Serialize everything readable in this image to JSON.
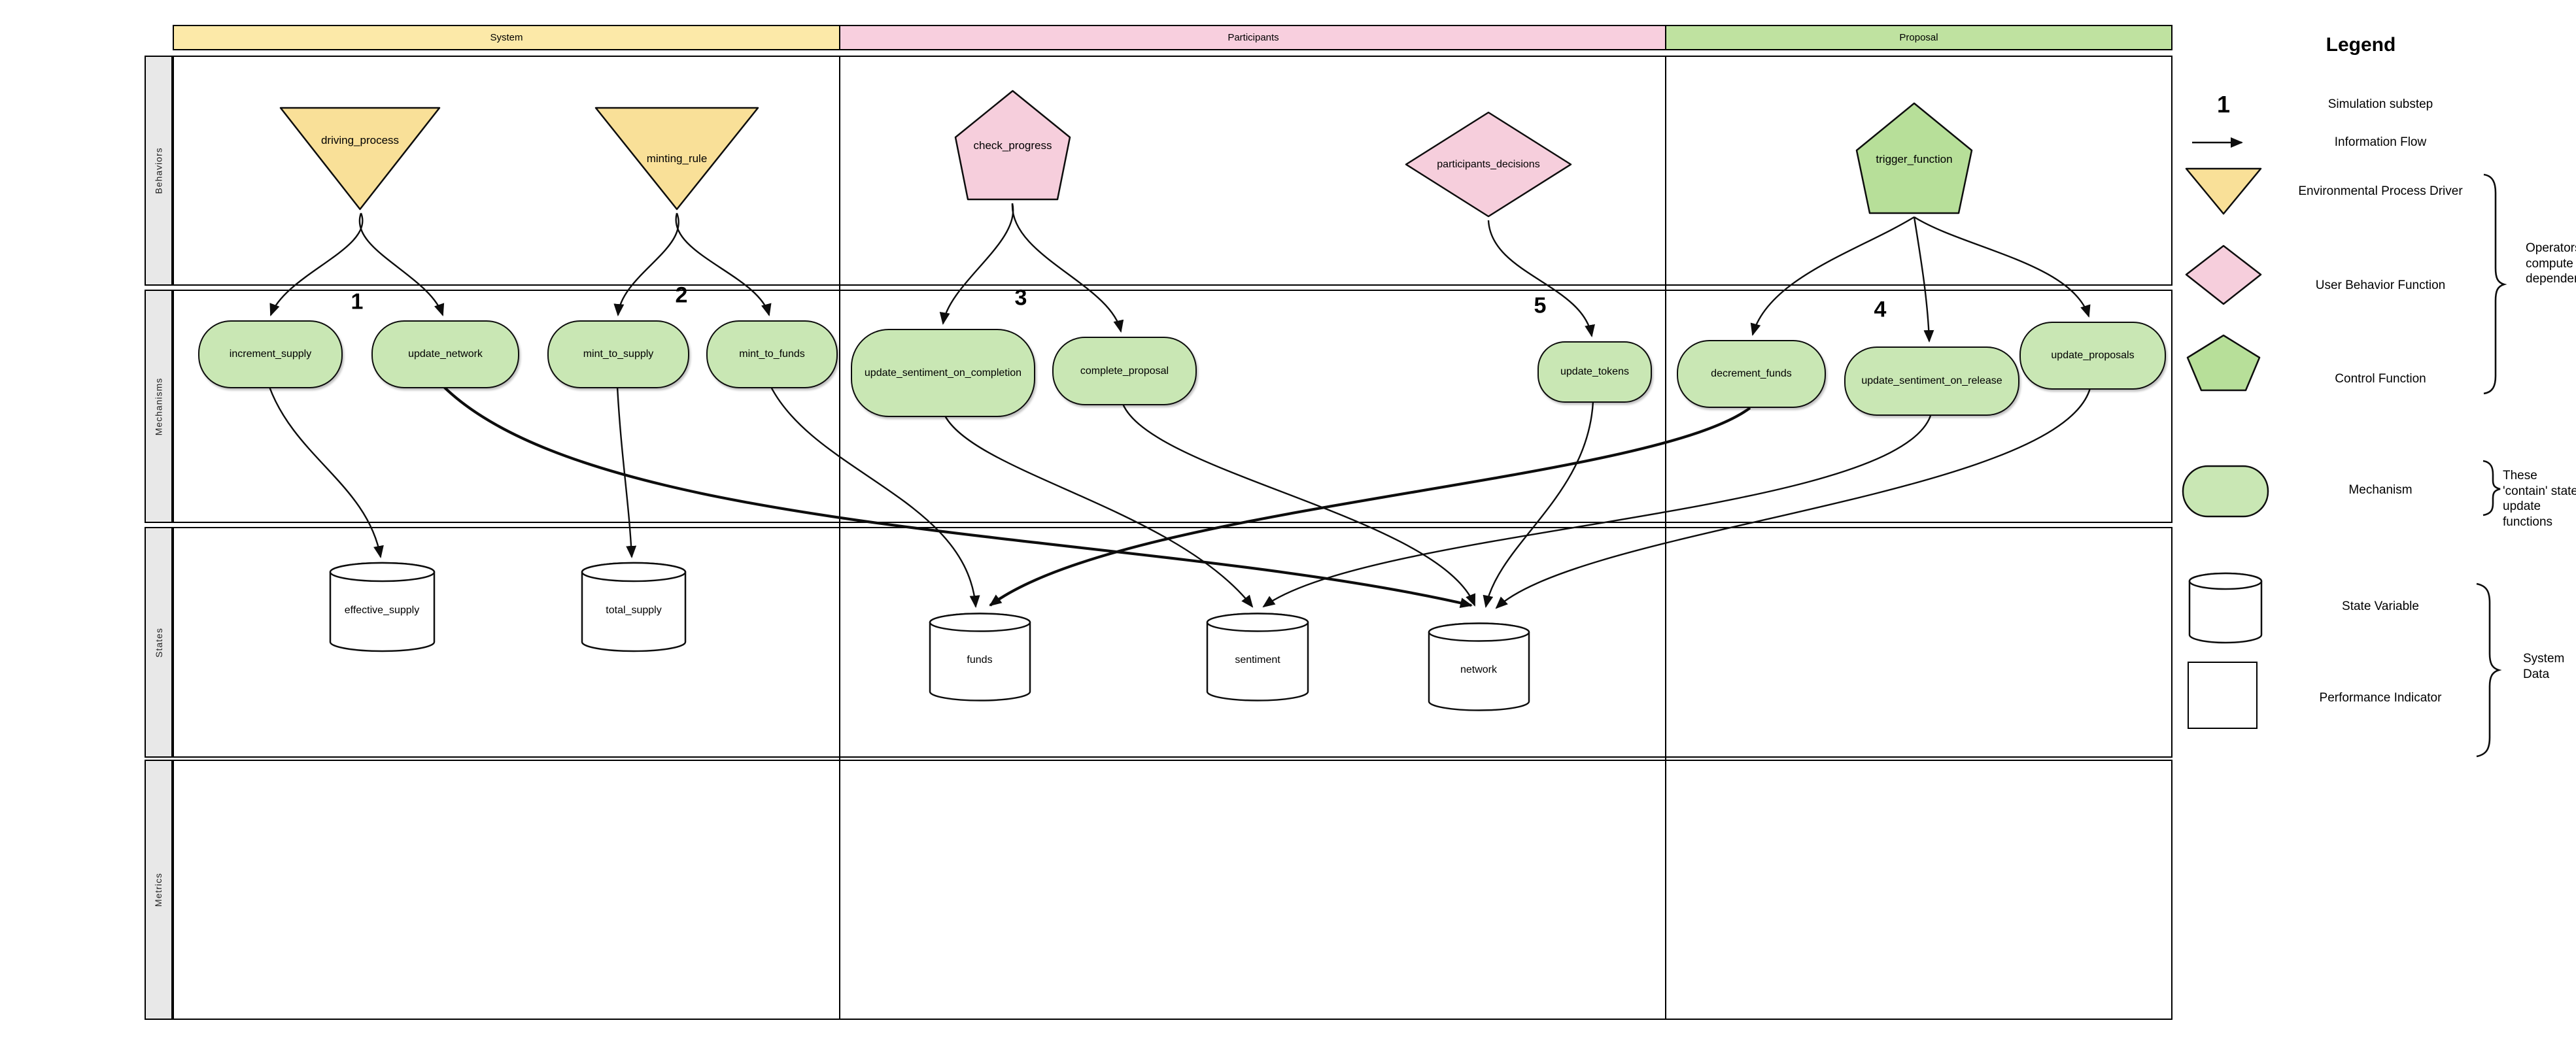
{
  "diagram": {
    "columns": [
      {
        "label": "System"
      },
      {
        "label": "Participants"
      },
      {
        "label": "Proposal"
      }
    ],
    "rows": [
      {
        "label": "Behaviors"
      },
      {
        "label": "Mechanisms"
      },
      {
        "label": "States"
      },
      {
        "label": "Metrics"
      }
    ],
    "substeps": [
      "1",
      "2",
      "3",
      "4",
      "5"
    ],
    "nodes": {
      "driving_process": {
        "label": "driving_process",
        "shape": "triangle",
        "fill": "#F9E098"
      },
      "minting_rule": {
        "label": "minting_rule",
        "shape": "triangle",
        "fill": "#F9E098"
      },
      "check_progress": {
        "label": "check_progress",
        "shape": "pentagon",
        "fill": "#F6CEDC"
      },
      "participants_decisions": {
        "label": "participants_decisions",
        "shape": "diamond",
        "fill": "#F6CEDC"
      },
      "trigger_function": {
        "label": "trigger_function",
        "shape": "pentagon",
        "fill": "#B7DF99"
      },
      "increment_supply": {
        "label": "increment_supply",
        "shape": "mechanism",
        "fill": "#C9E7B4"
      },
      "update_network": {
        "label": "update_network",
        "shape": "mechanism",
        "fill": "#C9E7B4"
      },
      "mint_to_supply": {
        "label": "mint_to_supply",
        "shape": "mechanism",
        "fill": "#C9E7B4"
      },
      "mint_to_funds": {
        "label": "mint_to_funds",
        "shape": "mechanism",
        "fill": "#C9E7B4"
      },
      "update_sentiment_on_completion": {
        "label": "update_sentiment_on_completion",
        "shape": "mechanism",
        "fill": "#C9E7B4"
      },
      "complete_proposal": {
        "label": "complete_proposal",
        "shape": "mechanism",
        "fill": "#C9E7B4"
      },
      "update_tokens": {
        "label": "update_tokens",
        "shape": "mechanism",
        "fill": "#C9E7B4"
      },
      "decrement_funds": {
        "label": "decrement_funds",
        "shape": "mechanism",
        "fill": "#C9E7B4"
      },
      "update_sentiment_on_release": {
        "label": "update_sentiment_on_release",
        "shape": "mechanism",
        "fill": "#C9E7B4"
      },
      "update_proposals": {
        "label": "update_proposals",
        "shape": "mechanism",
        "fill": "#C9E7B4"
      },
      "effective_supply": {
        "label": "effective_supply",
        "shape": "cylinder",
        "fill": "#FFFFFF"
      },
      "total_supply": {
        "label": "total_supply",
        "shape": "cylinder",
        "fill": "#FFFFFF"
      },
      "funds": {
        "label": "funds",
        "shape": "cylinder",
        "fill": "#FFFFFF"
      },
      "sentiment": {
        "label": "sentiment",
        "shape": "cylinder",
        "fill": "#FFFFFF"
      },
      "network": {
        "label": "network",
        "shape": "cylinder",
        "fill": "#FFFFFF"
      }
    },
    "edges": [
      {
        "from": "driving_process",
        "to": "increment_supply"
      },
      {
        "from": "driving_process",
        "to": "update_network"
      },
      {
        "from": "minting_rule",
        "to": "mint_to_supply"
      },
      {
        "from": "minting_rule",
        "to": "mint_to_funds"
      },
      {
        "from": "check_progress",
        "to": "update_sentiment_on_completion"
      },
      {
        "from": "check_progress",
        "to": "complete_proposal"
      },
      {
        "from": "participants_decisions",
        "to": "update_tokens"
      },
      {
        "from": "trigger_function",
        "to": "decrement_funds"
      },
      {
        "from": "trigger_function",
        "to": "update_sentiment_on_release"
      },
      {
        "from": "trigger_function",
        "to": "update_proposals"
      },
      {
        "from": "increment_supply",
        "to": "effective_supply"
      },
      {
        "from": "mint_to_supply",
        "to": "total_supply"
      },
      {
        "from": "mint_to_funds",
        "to": "funds"
      },
      {
        "from": "decrement_funds",
        "to": "funds"
      },
      {
        "from": "update_sentiment_on_completion",
        "to": "sentiment"
      },
      {
        "from": "update_sentiment_on_release",
        "to": "sentiment"
      },
      {
        "from": "update_network",
        "to": "network"
      },
      {
        "from": "complete_proposal",
        "to": "network"
      },
      {
        "from": "update_tokens",
        "to": "network"
      },
      {
        "from": "update_proposals",
        "to": "network"
      }
    ]
  },
  "legend": {
    "title": "Legend",
    "items": [
      {
        "symbol": "1",
        "label": "Simulation substep"
      },
      {
        "label": "Information Flow"
      },
      {
        "label": "Environmental Process Driver"
      },
      {
        "label": "User Behavior Function"
      },
      {
        "label": "Control Function"
      },
      {
        "label": "Mechanism"
      },
      {
        "label": "State Variable"
      },
      {
        "label": "Performance Indicator"
      }
    ],
    "annotations": [
      {
        "text": "Operators which compute state dependent signals"
      },
      {
        "text": "These 'contain' state update functions"
      },
      {
        "text": "System Data"
      }
    ]
  },
  "colors": {
    "environmental_driver_yellow": "#F9E098",
    "header_yellow": "#FCE9A8",
    "user_behavior_pink": "#F6CEDC",
    "header_pink": "#F8CFDE",
    "control_green": "#B7DF99",
    "mechanism_green": "#C9E7B4",
    "header_green": "#BFE2A0",
    "row_label_gray": "#E8E8E8",
    "line_black": "#0d0d0d"
  }
}
